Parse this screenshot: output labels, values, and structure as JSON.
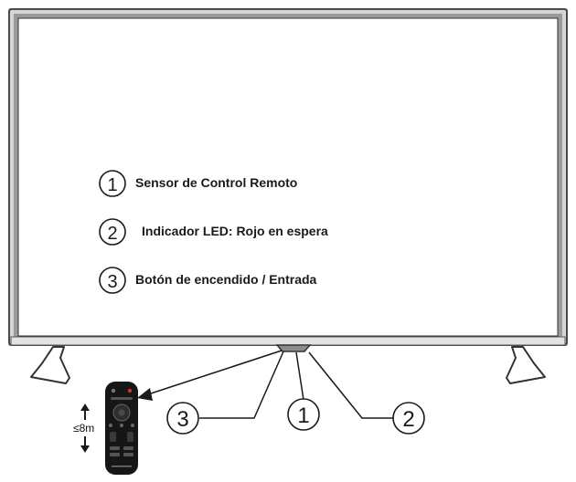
{
  "legend": [
    {
      "number": "1",
      "label": "Sensor de Control Remoto"
    },
    {
      "number": "2",
      "label": "Indicador LED: Rojo en espera"
    },
    {
      "number": "3",
      "label": "Botón de encendido / Entrada"
    }
  ],
  "callouts": [
    {
      "number": "3"
    },
    {
      "number": "1"
    },
    {
      "number": "2"
    }
  ],
  "range_label": "≤8m",
  "colors": {
    "frame": "#4a4a4a",
    "bezel": "#cfcfcf",
    "screen": "#ffffff",
    "ink": "#1a1a1a",
    "remote": "#161616"
  },
  "icons": {
    "remote": "tv-remote-icon",
    "range_arrows": "up-down-arrow-icon"
  }
}
